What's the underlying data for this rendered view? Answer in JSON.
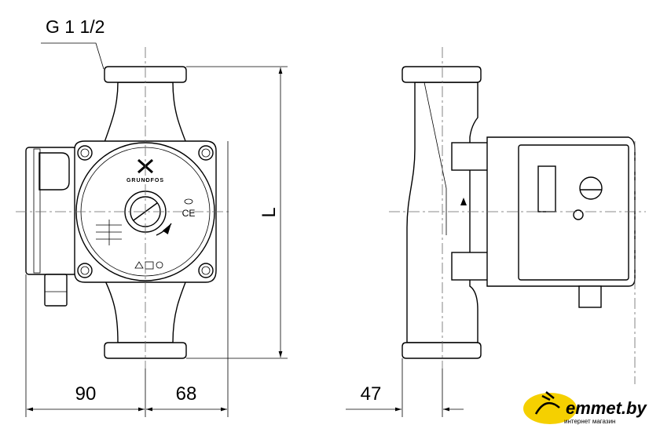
{
  "drawing": {
    "thread_label": "G 1 1/2",
    "length_label": "L",
    "dimensions": {
      "left_width": "90",
      "right_width": "68",
      "side_offset": "47"
    },
    "brand": "GRUNDFOS",
    "ce_mark": "CE"
  },
  "watermark": {
    "logo_text": "emmet.by",
    "tagline": "интернет магазин",
    "accent_color": "#f5d000"
  }
}
